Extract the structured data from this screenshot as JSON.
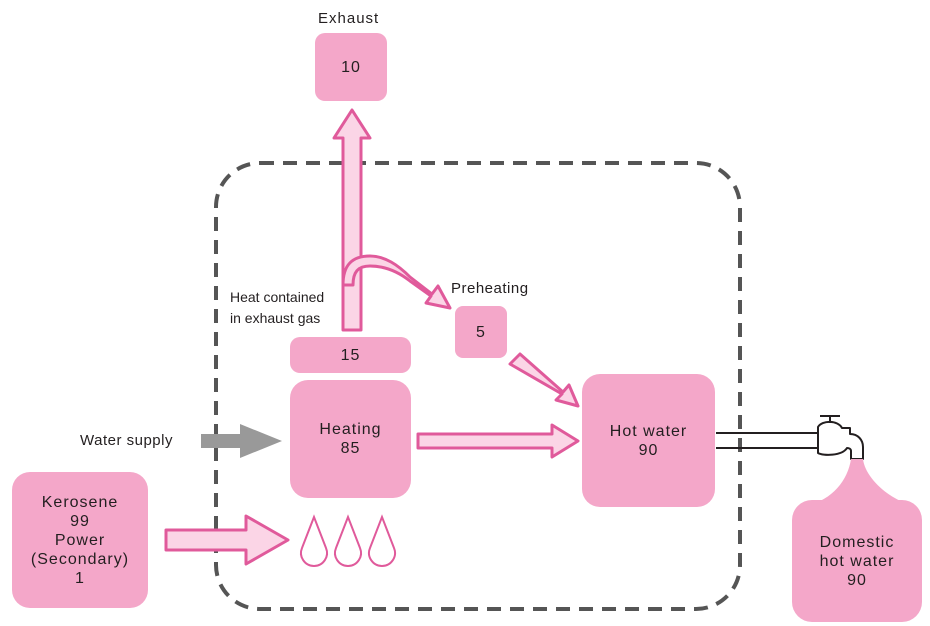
{
  "exhaust": {
    "title": "Exhaust",
    "value": "10"
  },
  "exhaust_gas": {
    "label_line1": "Heat contained",
    "label_line2": "in exhaust gas",
    "value": "15"
  },
  "preheating": {
    "title": "Preheating",
    "value": "5"
  },
  "heating": {
    "label": "Heating",
    "value": "85"
  },
  "hot_water": {
    "label": "Hot water",
    "value": "90"
  },
  "water_supply": {
    "label": "Water supply"
  },
  "input": {
    "kerosene_label": "Kerosene",
    "kerosene_value": "99",
    "power_label": "Power",
    "power_sub": "(Secondary)",
    "power_value": "1"
  },
  "domestic_hot_water": {
    "label_line1": "Domestic",
    "label_line2": "hot water",
    "value": "90"
  },
  "colors": {
    "box_fill": "#f4a7c9",
    "arrow_fill": "#fbd5e6",
    "arrow_stroke": "#e05a9b",
    "supply_arrow": "#999999",
    "boundary": "#555555"
  }
}
